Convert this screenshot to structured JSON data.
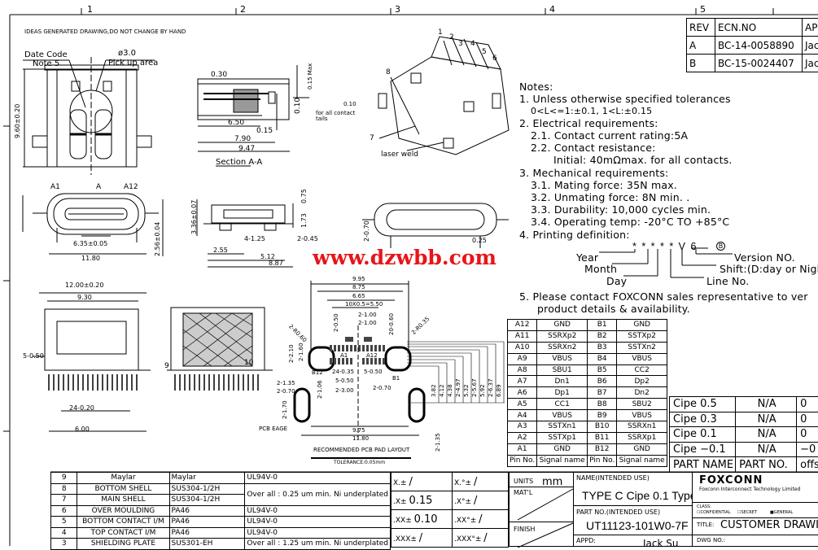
{
  "frame": {
    "zones": [
      "1",
      "2",
      "3",
      "4",
      "5"
    ]
  },
  "header_note": "IDEAS GENERATED DRAWING,DO NOT CHANGE BY HAND",
  "revisions": {
    "headers": [
      "REV",
      "ECN.NO",
      "AP"
    ],
    "rows": [
      [
        "A",
        "BC-14-0058890",
        "Jac"
      ],
      [
        "B",
        "BC-15-0024407",
        "Jac"
      ]
    ]
  },
  "top_view": {
    "date_code": "Date Code",
    "note5": "Note 5",
    "pick_dia": "ø3.0",
    "pick_area": "Pick up area",
    "height_dim": "9.60±0.20"
  },
  "section": {
    "title": "Section A-A",
    "dims": [
      "0.30",
      "6.50",
      "0.15",
      "7.90",
      "9.47",
      "0.10",
      "0.15 Max"
    ],
    "contact_tails": "for all contact tails",
    "flatness": "0.10"
  },
  "iso": {
    "callouts": [
      "1",
      "2",
      "3",
      "4",
      "5",
      "6",
      "7",
      "8"
    ],
    "laser_weld": "laser weld"
  },
  "front_view": {
    "dims": [
      "6.35±0.05",
      "11.80",
      "2.56±0.04",
      "A1",
      "A12",
      "A"
    ]
  },
  "side_view": {
    "dims": [
      "3.36±0.07",
      "4-1.25",
      "2-0.45",
      "2.55",
      "5.12",
      "8.87",
      "1.73",
      "0.75"
    ]
  },
  "right_view": {
    "dims": [
      "2-0.70",
      "0.25"
    ]
  },
  "notes": {
    "title": "Notes:",
    "lines": [
      "1. Unless otherwise specified tolerances",
      "0<L<=1:±0.1,   1<L:±0.15",
      "2. Electrical requirements:",
      "2.1. Contact current rating:5A",
      "2.2. Contact resistance:",
      "Initial: 40mΩmax.  for all contacts.",
      "3. Mechanical requirements:",
      "3.1. Mating force: 35N max.",
      "3.2. Unmating force: 8N min. .",
      "3.3. Durability: 10,000 cycles min.",
      "3.4. Operating temp: -20°C TO +85°C",
      "4. Printing definition:"
    ],
    "code": "* * * * * V 6",
    "code_rev": "B",
    "year": "Year",
    "month": "Month",
    "day": "Day",
    "version": "Version NO.",
    "shift": "Shift:(D:day or Nigh",
    "line": "Line No.",
    "note5a": "5. Please contact FOXCONN sales representative to ver",
    "note5b": "product details & availability."
  },
  "watermark": "www.dzwbb.com",
  "bottom_views": {
    "dims": [
      "12.00±0.20",
      "9.30",
      "5-0.50",
      "24-0.20",
      "6.00",
      "9",
      "10"
    ]
  },
  "pcb_layout": {
    "title": "RECOMMENDED PCB PAD LAYOUT",
    "tolerance": "TOLERANCE:0.05mm",
    "pcb_edge": "PCB EAGE",
    "dims": [
      "9.95",
      "8.75",
      "6.65",
      "10X0.5=5.50",
      "2-1.00",
      "2-1.00",
      "2-0.50",
      "20-0.60",
      "2-R0.60",
      "2-R0.35",
      "2-2.10",
      "2-1.60",
      "24-0.35",
      "5-0.50",
      "5-0.50",
      "2-3.00",
      "2-0.70",
      "2-1.35",
      "2-0.70",
      "2-1.06",
      "2-1.70",
      "9.75",
      "11.80",
      "2-1.35",
      "3.82",
      "4.12",
      "4.38",
      "2-4.97",
      "5.32",
      "2-5.67",
      "5.92",
      "2-6.37",
      "6.89",
      "A1",
      "A12",
      "B12",
      "B1"
    ]
  },
  "pin_table": {
    "headers": [
      "Pin No.",
      "Signal name",
      "Pin No.",
      "Signal name"
    ],
    "rows": [
      [
        "A12",
        "GND",
        "B1",
        "GND"
      ],
      [
        "A11",
        "SSRXp2",
        "B2",
        "SSTXp2"
      ],
      [
        "A10",
        "SSRXn2",
        "B3",
        "SSTXn2"
      ],
      [
        "A9",
        "VBUS",
        "B4",
        "VBUS"
      ],
      [
        "A8",
        "SBU1",
        "B5",
        "CC2"
      ],
      [
        "A7",
        "Dn1",
        "B6",
        "Dp2"
      ],
      [
        "A6",
        "Dp1",
        "B7",
        "Dn2"
      ],
      [
        "A5",
        "CC1",
        "B8",
        "SBU2"
      ],
      [
        "A4",
        "VBUS",
        "B9",
        "VBUS"
      ],
      [
        "A3",
        "SSTXn1",
        "B10",
        "SSRXn1"
      ],
      [
        "A2",
        "SSTXp1",
        "B11",
        "SSRXp1"
      ],
      [
        "A1",
        "GND",
        "B12",
        "GND"
      ]
    ]
  },
  "offset_table": {
    "rows": [
      [
        "Cipe  0.5",
        "N/A",
        "0"
      ],
      [
        "Cipe  0.3",
        "N/A",
        "0"
      ],
      [
        "Cipe  0.1",
        "N/A",
        "0"
      ],
      [
        "Cipe −0.1",
        "N/A",
        "−0"
      ]
    ],
    "headers": [
      "PART NAME",
      "PART NO.",
      "offse"
    ]
  },
  "bom": {
    "rows": [
      [
        "9",
        "Maylar",
        "Maylar",
        "UL94V-0"
      ],
      [
        "8",
        "BOTTOM SHELL",
        "SUS304-1/2H",
        "Over all : 0.25 um min. Ni underplated"
      ],
      [
        "7",
        "MAIN SHELL",
        "SUS304-1/2H",
        ""
      ],
      [
        "6",
        "OVER MOULDING",
        "PA46",
        "UL94V-0"
      ],
      [
        "5",
        "BOTTOM CONTACT I/M",
        "PA46",
        "UL94V-0"
      ],
      [
        "4",
        "TOP CONTACT I/M",
        "PA46",
        "UL94V-0"
      ],
      [
        "3",
        "SHIELDING PLATE",
        "SUS301-EH",
        "Over all : 1.25 um min. Ni underplated"
      ]
    ]
  },
  "tolerances": [
    [
      "X.±",
      "/",
      "X.°±",
      "/"
    ],
    [
      ".X±",
      "0.15",
      ".X°±",
      "/"
    ],
    [
      ".XX±",
      "0.10",
      ".XX°±",
      "/"
    ],
    [
      ".XXX±",
      "/",
      ".XXX°±",
      "/"
    ]
  ],
  "title_block": {
    "units_label": "UNITS",
    "units": "mm",
    "matl": "MAT'L",
    "finish": "FINISH",
    "name_label": "NAME(INTENDED USE)",
    "name": "TYPE C Cipe 0.1 Type",
    "partno_label": "PART NO.(INTENDED USE)",
    "partno": "UT11123-101W0-7F",
    "appd": "APPD:",
    "appd_name": "Jack Su",
    "company": "FOXCONN",
    "company_full": "Foxconn Interconnect Technology Limited",
    "class": "CLASS:",
    "confidential": "CONFIDENTIAL",
    "secret": "SECRET",
    "general": "GENERAL",
    "title_label": "TITLE:",
    "title": "CUSTOMER DRAWING",
    "dwg": "DWG NO.:"
  }
}
